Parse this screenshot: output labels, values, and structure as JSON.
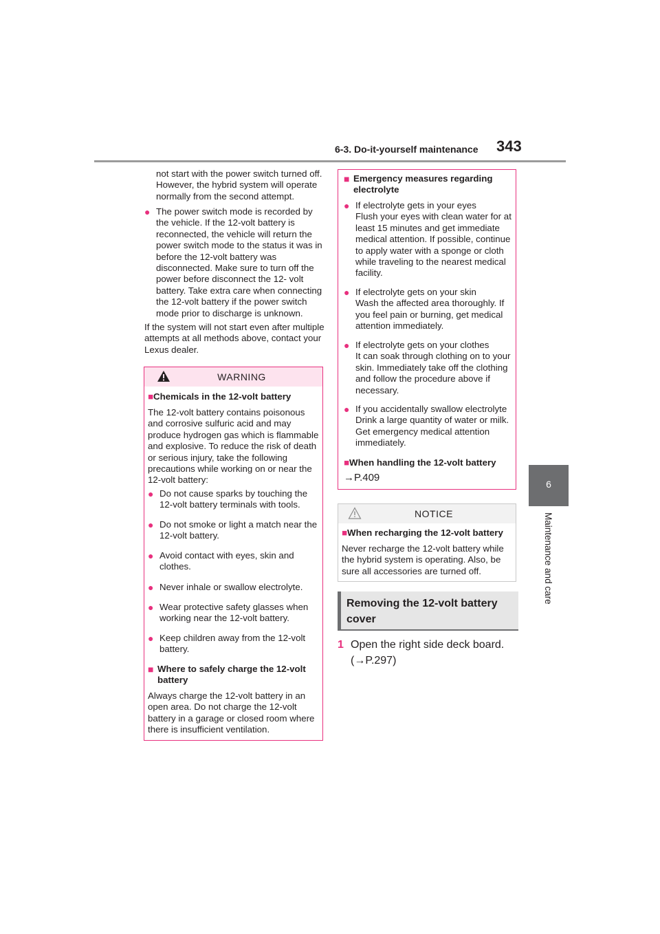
{
  "header": {
    "section": "6-3. Do-it-yourself maintenance",
    "page_number": "343"
  },
  "side_tab": {
    "number": "6",
    "label": "Maintenance and care"
  },
  "left_column": {
    "continuation": "not start with the power switch turned off. However, the hybrid system will operate normally from the second attempt.",
    "bullet_1": "The power switch mode is recorded by the vehicle. If the 12-volt battery is reconnected, the vehicle will return the power switch mode to the status it was in before the 12-volt battery was disconnected. Make sure to turn off the power before disconnect the 12- volt battery. Take extra care when connecting the 12-volt battery if the power switch mode prior to discharge is unknown.",
    "paragraph": "If the system will not start even after multiple attempts at all methods above, contact your Lexus dealer."
  },
  "warning_box": {
    "title": "WARNING",
    "heading_1": "Chemicals in the 12-volt battery",
    "intro": "The 12-volt battery contains poisonous and corrosive sulfuric acid and may produce hydrogen gas which is flammable and explosive. To reduce the risk of death or serious injury, take the following precautions while working on or near the 12-volt battery:",
    "bullets": [
      "Do not cause sparks by touching the 12-volt battery terminals with tools.",
      "Do not smoke or light a match near the 12-volt battery.",
      "Avoid contact with eyes, skin and clothes.",
      "Never inhale or swallow electrolyte.",
      "Wear protective safety glasses when working near the 12-volt battery.",
      "Keep children away from the 12-volt battery."
    ],
    "heading_2": "Where to safely charge the 12-volt battery",
    "closing": "Always charge the 12-volt battery in an open area. Do not charge the 12-volt battery in a garage or closed room where there is insufficient ventilation."
  },
  "warning_box_2": {
    "heading_1": "Emergency measures regarding electrolyte",
    "items": [
      {
        "title": "If electrolyte gets in your eyes",
        "body": "Flush your eyes with clean water for at least 15 minutes and get immediate medical attention. If possible, continue to apply water with a sponge or cloth while traveling to the nearest medical facility."
      },
      {
        "title": "If electrolyte gets on your skin",
        "body": "Wash the affected area thoroughly. If you feel pain or burning, get medical attention immediately."
      },
      {
        "title": "If electrolyte gets on your clothes",
        "body": "It can soak through clothing on to your skin. Immediately take off the clothing and follow the procedure above if necessary."
      },
      {
        "title": "If you accidentally swallow electrolyte",
        "body": "Drink a large quantity of water or milk. Get emergency medical attention immediately."
      }
    ],
    "heading_2": "When handling the 12-volt battery",
    "ref": "P.409"
  },
  "notice_box": {
    "title": "NOTICE",
    "heading": "When recharging the 12-volt battery",
    "body": "Never recharge the 12-volt battery while the hybrid system is operating. Also, be sure all accessories are turned off."
  },
  "section": {
    "title": "Removing the 12-volt battery cover"
  },
  "step_1": {
    "number": "1",
    "text": "Open the right side deck board.",
    "ref": "(→P.297)"
  },
  "colors": {
    "accent": "#e8307e",
    "warning_header_bg": "#fde3ee",
    "tab_gray": "#6d6e70"
  },
  "icons": {
    "warning": "warning-triangle-icon",
    "bullet": "circle-bullet",
    "square": "square-bullet",
    "arrow": "right-arrow"
  }
}
